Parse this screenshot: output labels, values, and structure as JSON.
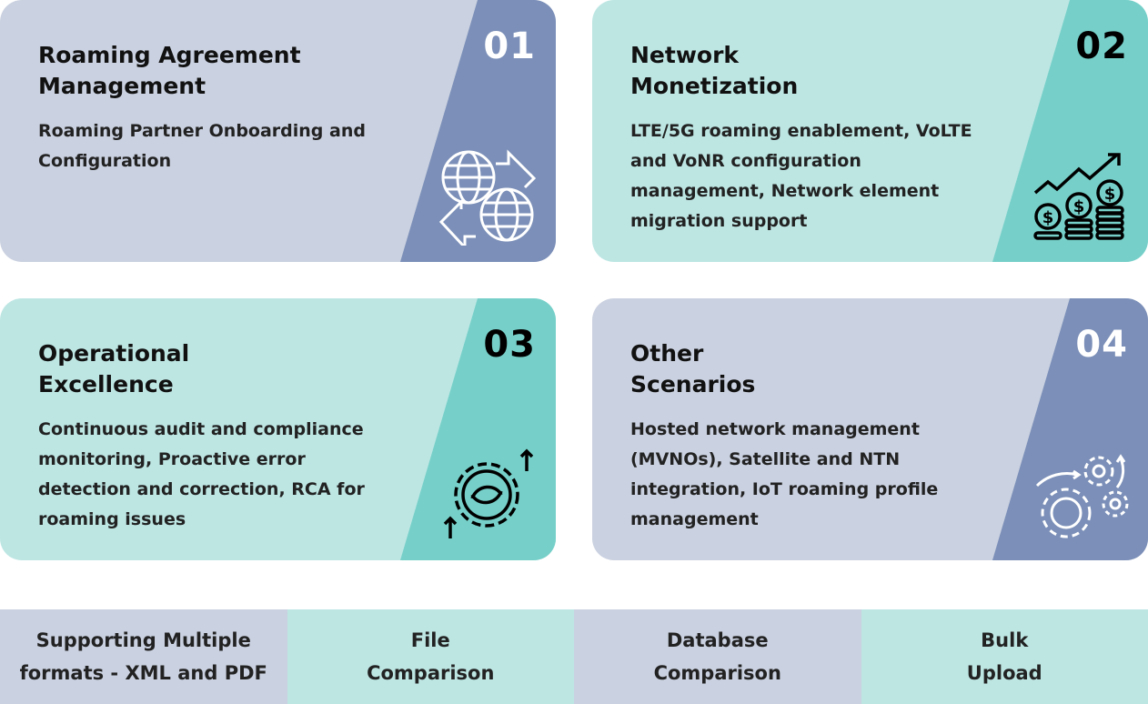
{
  "cards": [
    {
      "number": "01",
      "title_line1": "Roaming Agreement",
      "title_line2": "Management",
      "description": "Roaming Partner Onboarding and Configuration",
      "icon": "globe-exchange-icon"
    },
    {
      "number": "02",
      "title_line1": "Network",
      "title_line2": "Monetization",
      "description": "LTE/5G roaming enablement, VoLTE and VoNR configuration management, Network element migration support",
      "icon": "money-growth-icon"
    },
    {
      "number": "03",
      "title_line1": "Operational",
      "title_line2": "Excellence",
      "description": "Continuous audit and compliance monitoring, Proactive error detection and correction, RCA for roaming issues",
      "icon": "gear-arrows-icon"
    },
    {
      "number": "04",
      "title_line1": "Other",
      "title_line2": "Scenarios",
      "description": "Hosted network management (MVNOs), Satellite and NTN integration, IoT roaming profile management",
      "icon": "gears-icon"
    }
  ],
  "features": [
    {
      "line1": "Supporting Multiple",
      "line2": "formats - XML and PDF"
    },
    {
      "line1": "File",
      "line2": "Comparison"
    },
    {
      "line1": "Database",
      "line2": "Comparison"
    },
    {
      "line1": "Bulk",
      "line2": "Upload"
    }
  ],
  "colors": {
    "lavender": "#cad1e0",
    "lavender_dark": "#7b8fb8",
    "teal": "#bde6e3",
    "teal_dark": "#76d0c9"
  }
}
